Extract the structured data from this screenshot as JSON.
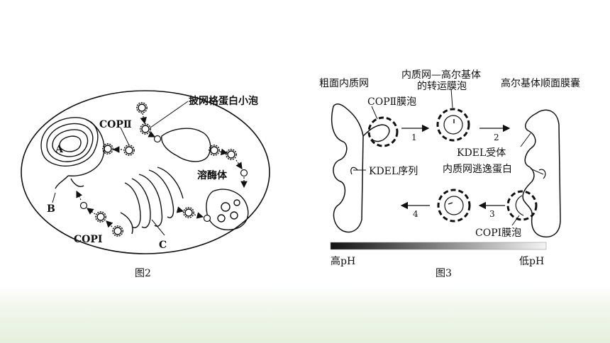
{
  "figure2": {
    "caption": "图2",
    "labels": {
      "a": "A",
      "b": "B",
      "c": "C",
      "copii": "COPⅡ",
      "copi": "COPⅠ",
      "clathrin_vesicle": "披网格蛋白小泡",
      "lysosome": "溶酶体"
    }
  },
  "figure3": {
    "caption": "图3",
    "labels": {
      "rough_er": "粗面内质网",
      "transport_vesicle_line1": "内质网—高尔基体",
      "transport_vesicle_line2": "的转运膜泡",
      "cis_golgi": "高尔基体顺面膜囊",
      "copii_vesicle": "COPⅡ膜泡",
      "kdel_receptor": "KDEL受体",
      "kdel_sequence": "KDEL序列",
      "escaped_protein": "内质网逃逸蛋白",
      "copi_vesicle": "COPⅠ膜泡",
      "step1": "1",
      "step2": "2",
      "step3": "3",
      "step4": "4"
    },
    "ph_scale": {
      "high": "高pH",
      "low": "低pH"
    }
  },
  "colors": {
    "ink": "#111111",
    "band": "#e6f0de"
  }
}
